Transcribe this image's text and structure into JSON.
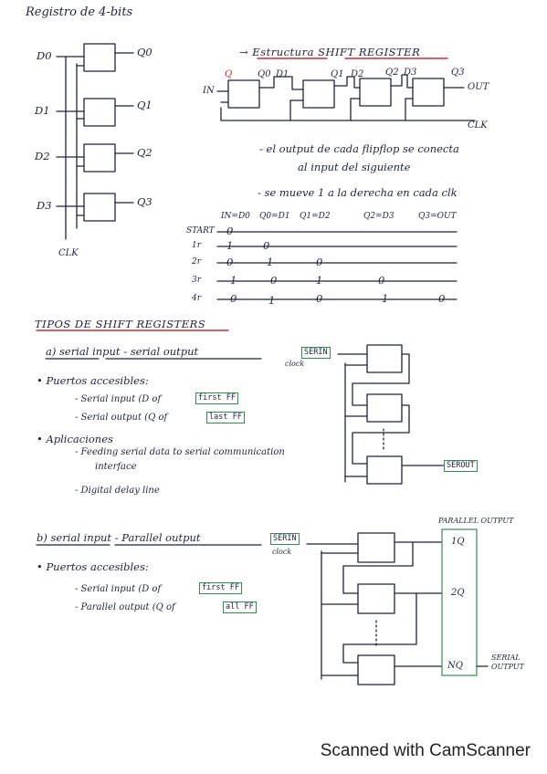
{
  "heading": {
    "title": "Registro de 4-bits"
  },
  "left_reg": {
    "d_labels": [
      "D0",
      "D1",
      "D2",
      "D3"
    ],
    "q_labels": [
      "Q0",
      "Q1",
      "Q2",
      "Q3"
    ],
    "clk": "CLK"
  },
  "structure": {
    "title": "→ Estructura SHIFT REGISTER",
    "in_label": "IN",
    "out_label": "OUT",
    "clk_label": "CLK",
    "top_labels": [
      "Q",
      "Q0",
      "D1",
      "Q1",
      "D2",
      "Q2",
      "D3",
      "Q3"
    ],
    "note1_a": "- el output de cada flipflop se conecta",
    "note1_b": "al input del siguiente",
    "note2": "- se mueve 1 a la derecha en cada clk"
  },
  "timing": {
    "headers": [
      "IN=D0",
      "Q0=D1",
      "Q1=D2",
      "Q2=D3",
      "Q3=OUT"
    ],
    "rows": [
      {
        "label": "START",
        "marks": [
          "0"
        ]
      },
      {
        "label": "1r",
        "marks": [
          "1",
          "0"
        ]
      },
      {
        "label": "2r",
        "marks": [
          "0",
          "1",
          "0"
        ]
      },
      {
        "label": "3r",
        "marks": [
          "1",
          "0",
          "1",
          "0"
        ]
      },
      {
        "label": "4r",
        "marks": [
          "0",
          "1",
          "0",
          "1",
          "0"
        ]
      }
    ]
  },
  "types": {
    "title": "TIPOS DE SHIFT REGISTERS",
    "a": {
      "heading": "a) serial input - serial output",
      "ports_title": "• Puertos accesibles:",
      "port1_text": "- Serial input (D of",
      "port1_box": "first FF",
      "port2_text": "- Serial output (Q of",
      "port2_box": "last FF",
      "apps_title": "• Aplicaciones",
      "app1_a": "- Feeding serial data to serial communication",
      "app1_b": "interface",
      "app2": "- Digital delay line",
      "serin": "SERIN",
      "clock": "clock",
      "serout": "SEROUT"
    },
    "b": {
      "heading": "b) serial input - Parallel output",
      "ports_title": "• Puertos accesibles:",
      "port1_text": "- Serial input (D of",
      "port1_box": "first FF",
      "port2_text": "- Parallel output (Q of",
      "port2_box": "all FF",
      "serin": "SERIN",
      "clock": "clock",
      "parallel": "PARALLEL OUTPUT",
      "outs": [
        "1Q",
        "2Q",
        "NQ"
      ],
      "serial_out": "SERIAL OUTPUT"
    }
  },
  "footer": {
    "text": "Scanned with CamScanner"
  }
}
